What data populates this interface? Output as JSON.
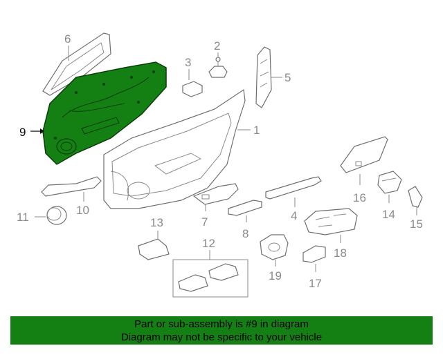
{
  "diagram": {
    "callouts": [
      "1",
      "2",
      "3",
      "4",
      "5",
      "6",
      "7",
      "8",
      "9",
      "10",
      "11",
      "12",
      "13",
      "14",
      "15",
      "16",
      "17",
      "18",
      "19"
    ],
    "highlighted_part": "9",
    "highlight_color": "#148014"
  },
  "banner": {
    "line1": "Part or sub-assembly is #9 in diagram",
    "line2": "Diagram may not be specific to your vehicle",
    "background": "#148014"
  }
}
